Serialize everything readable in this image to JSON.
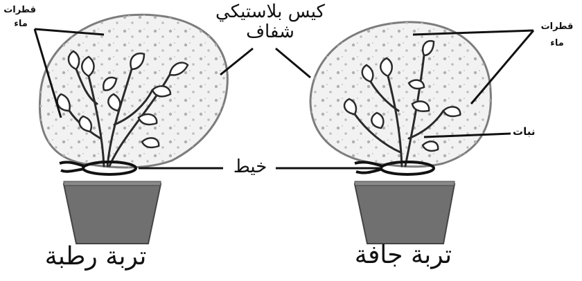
{
  "labels": {
    "water_drops_left_line1": "قطرات",
    "water_drops_left_line2": "ماء",
    "water_drops_right_line1": "قطرات",
    "water_drops_right_line2": "ماء",
    "bag_line1": "كيس بلاستيكي",
    "bag_line2": "شفاف",
    "plant": "نبات",
    "thread": "خيط",
    "moist_soil": "تربة رطبة",
    "dry_soil": "تربة جافة"
  },
  "colors": {
    "line": "#1a1a1a",
    "bag_outline": "#7a7a7a",
    "bag_fill": "#f1f1f1",
    "soil": "#6f6f6f",
    "pot_edge": "#444444",
    "drops": "#a9a9a9"
  }
}
